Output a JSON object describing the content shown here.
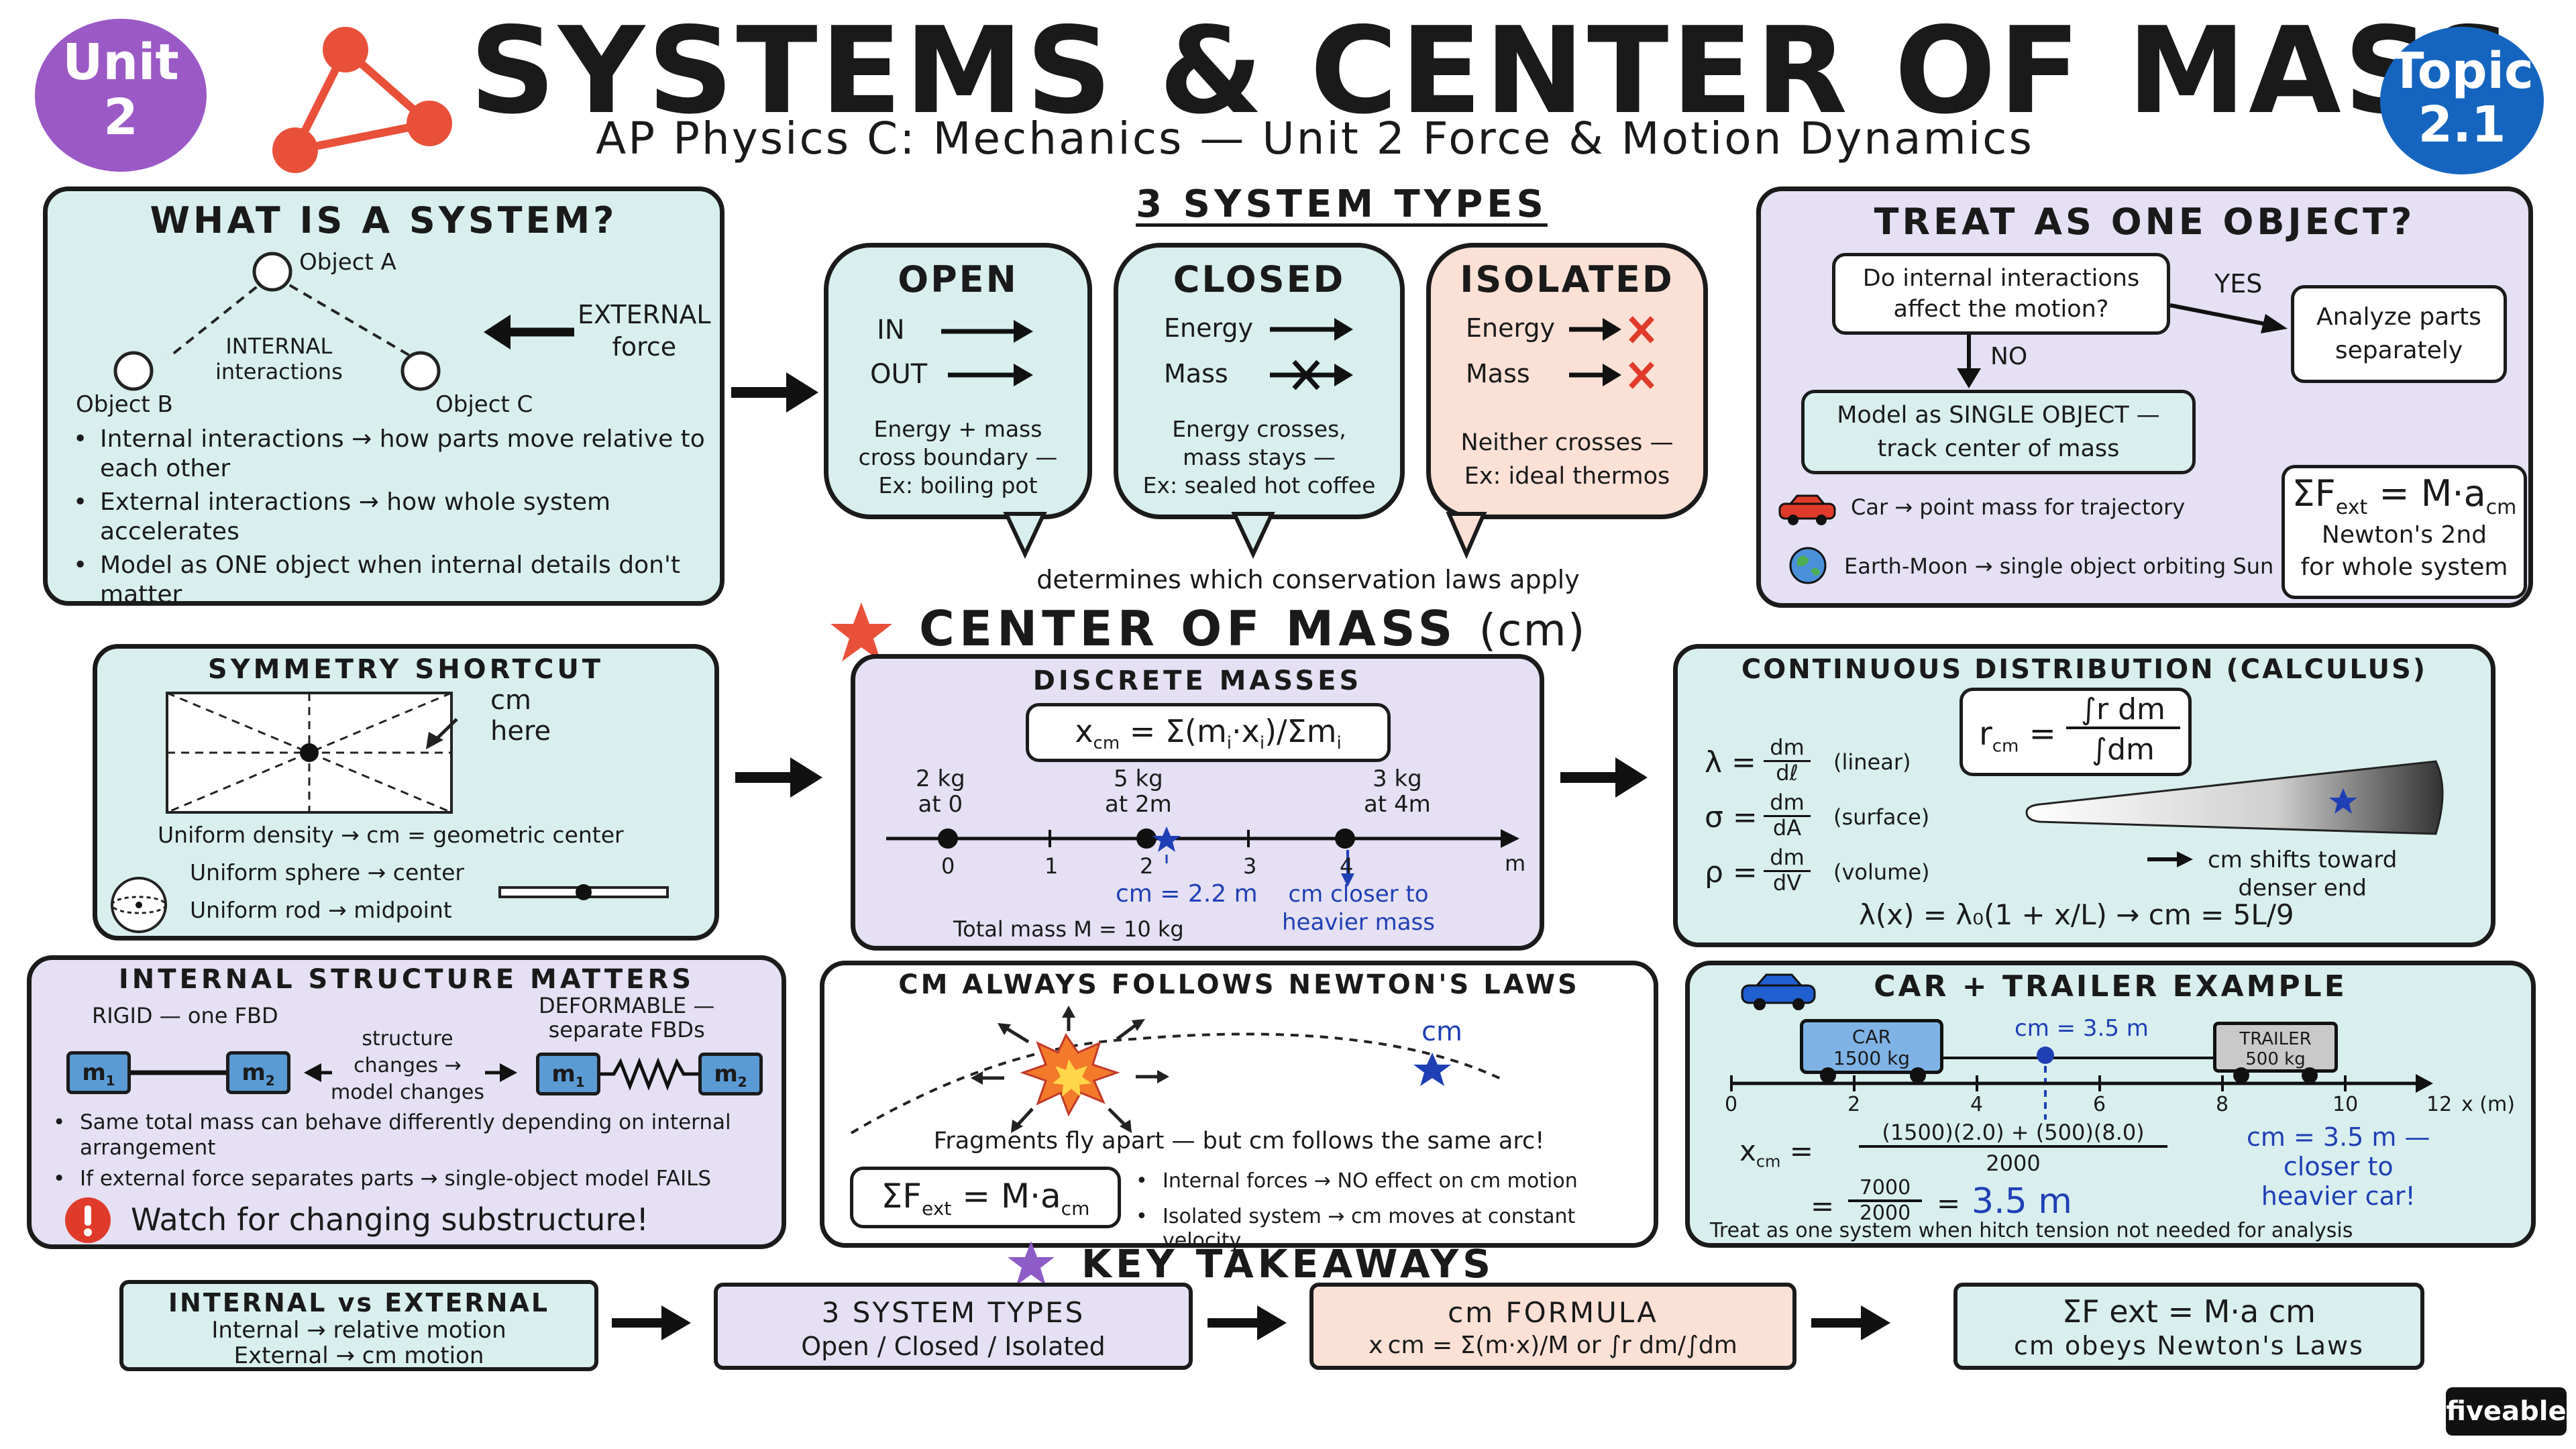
{
  "header": {
    "unit_badge": "Unit\n2",
    "topic_badge": "Topic\n2.1",
    "title": "SYSTEMS & CENTER OF MASS",
    "subtitle": "AP Physics C: Mechanics — Unit 2 Force & Motion Dynamics",
    "colors": {
      "unit_badge": "#9b59c6",
      "topic_badge": "#1565c0",
      "icon": "#e8503a"
    }
  },
  "what_is_system": {
    "title": "WHAT IS A SYSTEM?",
    "object_a": "Object A",
    "object_b": "Object B",
    "object_c": "Object C",
    "internal": "INTERNAL\ninteractions",
    "external": "EXTERNAL\nforce",
    "bullets": [
      "Internal interactions → how parts move relative to each other",
      "External interactions → how whole system accelerates",
      "Model as ONE object when internal details don't matter"
    ]
  },
  "system_types": {
    "title": "3 SYSTEM TYPES",
    "open": {
      "title": "OPEN",
      "in": "IN",
      "out": "OUT",
      "desc": "Energy + mass\ncross boundary —\nEx: boiling pot"
    },
    "closed": {
      "title": "CLOSED",
      "energy": "Energy",
      "mass": "Mass",
      "desc": "Energy crosses,\nmass stays —\nEx: sealed hot coffee"
    },
    "isolated": {
      "title": "ISOLATED",
      "energy": "Energy",
      "mass": "Mass",
      "desc": "Neither crosses —\nEx: ideal thermos"
    },
    "footer": "determines which conservation laws apply"
  },
  "treat_one": {
    "title": "TREAT AS ONE OBJECT?",
    "question": "Do internal interactions\naffect the motion?",
    "yes": "YES",
    "no": "NO",
    "analyze": "Analyze parts\nseparately",
    "model": "Model as SINGLE OBJECT —\ntrack center of mass",
    "car": "Car → point mass for trajectory",
    "earth": "Earth-Moon → single object orbiting Sun",
    "newton_eq": "ΣF",
    "newton_sub": "ext",
    "newton_rhs": " = M·a",
    "newton_rhs_sub": "cm",
    "newton_caption": "Newton's 2nd\nfor whole system"
  },
  "com_heading": {
    "title": "CENTER OF MASS",
    "suffix": "(cm)"
  },
  "symmetry": {
    "title": "SYMMETRY SHORTCUT",
    "cm_here": "cm\nhere",
    "uniform": "Uniform density → cm = geometric center",
    "sphere": "Uniform sphere → center",
    "rod": "Uniform rod → midpoint"
  },
  "discrete": {
    "title": "DISCRETE MASSES",
    "formula": "x",
    "formula_sub": "cm",
    "formula_rhs": " = Σ(m",
    "formula_rhs_sub": "i",
    "formula_mid": "·x",
    "formula_mid_sub": "i",
    "formula_end": ")/Σm",
    "formula_end_sub": "i",
    "mass_labels": [
      "2 kg\nat 0",
      "5 kg\nat 2m",
      "3 kg\nat 4m"
    ],
    "ticks": [
      "0",
      "1",
      "2",
      "3",
      "4"
    ],
    "unit": "m",
    "cm_value": "cm = 2.2 m",
    "closer": "cm closer to\nheavier mass",
    "total": "Total mass M = 10 kg"
  },
  "continuous": {
    "title": "CONTINUOUS DISTRIBUTION (CALCULUS)",
    "r_cm": "r",
    "r_cm_sub": "cm",
    "r_num": "∫r dm",
    "r_den": "∫dm",
    "rows": [
      {
        "sym": "λ =",
        "num": "dm",
        "den": "dℓ",
        "label": "(linear)"
      },
      {
        "sym": "σ =",
        "num": "dm",
        "den": "dA",
        "label": "(surface)"
      },
      {
        "sym": "ρ =",
        "num": "dm",
        "den": "dV",
        "label": "(volume)"
      }
    ],
    "shift": "cm shifts toward\ndenser end",
    "lambda_eq": "λ(x) = λ₀(1 + x/L)  →  cm = 5L/9"
  },
  "internal_structure": {
    "title": "INTERNAL STRUCTURE MATTERS",
    "rigid": "RIGID — one FBD",
    "deformable": "DEFORMABLE —\nseparate FBDs",
    "changes": "structure\nchanges →\nmodel changes",
    "m1": "m",
    "m1_sub": "1",
    "m2": "m",
    "m2_sub": "2",
    "bullets": [
      "Same total mass can behave differently depending on internal arrangement",
      "If external force separates parts → single-object model FAILS"
    ],
    "warning": "Watch for changing substructure!"
  },
  "newton": {
    "title": "CM ALWAYS FOLLOWS NEWTON'S LAWS",
    "cm": "cm",
    "fragments": "Fragments fly apart — but cm follows the same arc!",
    "eq": "ΣF",
    "eq_sub": "ext",
    "eq_rhs": " = M·a",
    "eq_rhs_sub": "cm",
    "bullets": [
      "Internal forces → NO effect on cm motion",
      "Isolated system → cm moves at constant velocity"
    ]
  },
  "car_trailer": {
    "title": "CAR + TRAILER EXAMPLE",
    "car": "CAR\n1500 kg",
    "trailer": "TRAILER\n500 kg",
    "cm_marker": "cm = 3.5 m",
    "ticks": [
      "0",
      "2",
      "4",
      "6",
      "8",
      "10",
      "12"
    ],
    "unit": "x (m)",
    "x_cm": "x",
    "x_cm_sub": "cm",
    "num": "(1500)(2.0) + (500)(8.0)",
    "den": "2000",
    "num2": "7000",
    "den2": "2000",
    "result": "3.5 m",
    "note": "cm = 3.5 m —\ncloser to\nheavier car!",
    "footer": "Treat as one system when hitch tension not needed for analysis"
  },
  "takeaways": {
    "title": "KEY TAKEAWAYS",
    "items": [
      {
        "title": "INTERNAL vs EXTERNAL",
        "body": "Internal → relative motion\nExternal → cm motion"
      },
      {
        "title": "3 SYSTEM TYPES",
        "body": "Open / Closed / Isolated"
      },
      {
        "title": "cm FORMULA",
        "body": "x cm = Σ(m·x)/M  or  ∫r dm/∫dm"
      },
      {
        "title": "ΣF ext = M·a cm",
        "body": "cm obeys Newton's Laws"
      }
    ]
  },
  "brand": "fiveable"
}
